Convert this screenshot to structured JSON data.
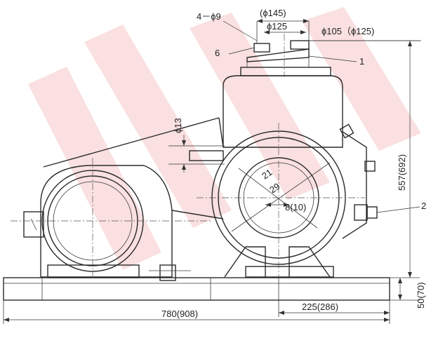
{
  "dimensions": {
    "holes": "4－ϕ9",
    "outer_diameter": "(ϕ145)",
    "bolt_circle": "ϕ125",
    "flange": "ϕ105（ϕ125)",
    "outlet_diameter": "ϕ13",
    "height": "557(692)",
    "inner_radius": "21",
    "outer_radius": "29",
    "shaft_offset": "8(10)",
    "axis_offset": "225(286)",
    "total_length": "780(908)",
    "base_height": "50(70)"
  },
  "callouts": {
    "c1": "1",
    "c2": "2",
    "c6": "6"
  },
  "colors": {
    "line": "#2a2a2a",
    "watermark": "#d92020"
  }
}
